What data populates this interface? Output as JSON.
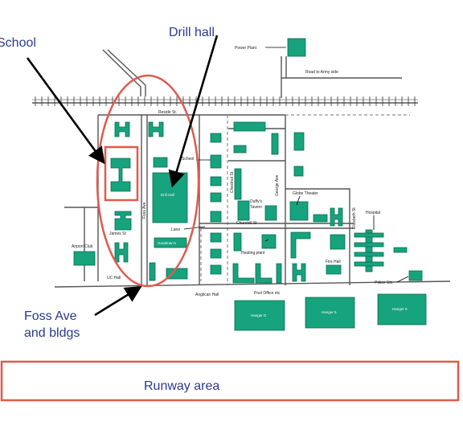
{
  "callouts": {
    "school": "School",
    "drill_hall": "Drill hall",
    "foss_ave_line1": "Foss Ave",
    "foss_ave_line2": "and bldgs",
    "runway_area": "Runway area"
  },
  "labels": {
    "power_plant": "Power Plant",
    "road_to_army_side": "Road to Army side",
    "reside_st": "Reside St.",
    "school": "School",
    "drill_hall": "Drill Hall",
    "foss_ave": "Foss Ave",
    "chestnut_st": "Chestnut St",
    "george_ave": "George Ave",
    "duffys_tavern_1": "Duffy's",
    "duffys_tavern_2": "Tavern",
    "globe_theater": "Globe Theater",
    "churchill_st": "Churchill St",
    "elizabeth_st": "Elizabeth St",
    "hospital": "Hospital",
    "james_st": "James St",
    "lane": "Lane",
    "goodman": "Goodman's",
    "airport_club": "Airport Club",
    "heating_plant": "Heating plant",
    "fire_hall": "Fire Hall",
    "uc_hall": "UC Hall",
    "police_stn": "Police Stn",
    "post_office": "Post Office etc",
    "anglican_hall": "Anglican Hall",
    "hangar_a": "Hanger D",
    "hangar_b": "Hanger 5",
    "hangar_c": "Hanger 6"
  },
  "colors": {
    "building": "#16a37d",
    "highlight": "#e05a4f",
    "callout_text": "#2b3a8f"
  }
}
